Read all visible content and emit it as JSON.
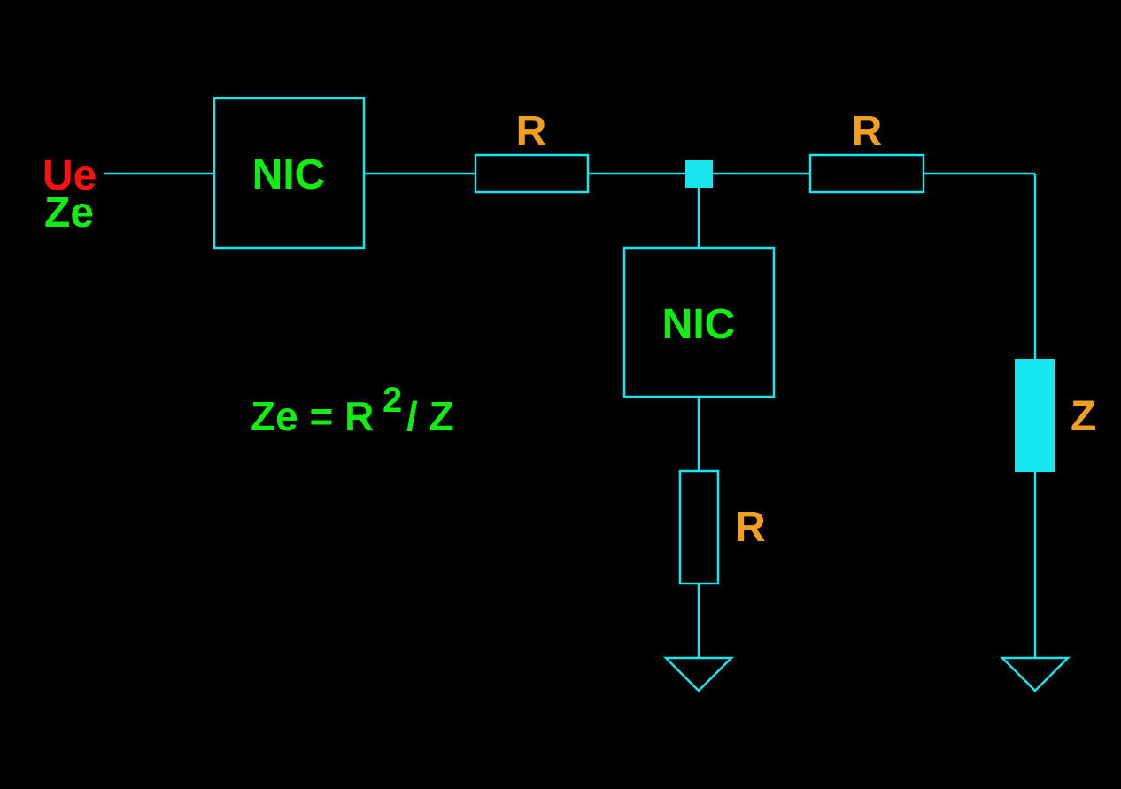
{
  "colors": {
    "background": "#000000",
    "wire": "#18e6ee",
    "nic_text": "#11ee11",
    "component_label": "#f0a020",
    "input_voltage_label": "#ff1111",
    "input_impedance_label": "#11ee11",
    "formula": "#11ee11"
  },
  "input": {
    "voltage_label": "Ue",
    "impedance_label": "Ze"
  },
  "blocks": {
    "nic_series": "NIC",
    "nic_shunt": "NIC"
  },
  "resistors": {
    "r_series_1": "R",
    "r_series_2": "R",
    "r_shunt": "R"
  },
  "load": {
    "label": "Z"
  },
  "formula": {
    "lhs": "Ze = R",
    "exponent": "2",
    "rhs": "/ Z"
  }
}
